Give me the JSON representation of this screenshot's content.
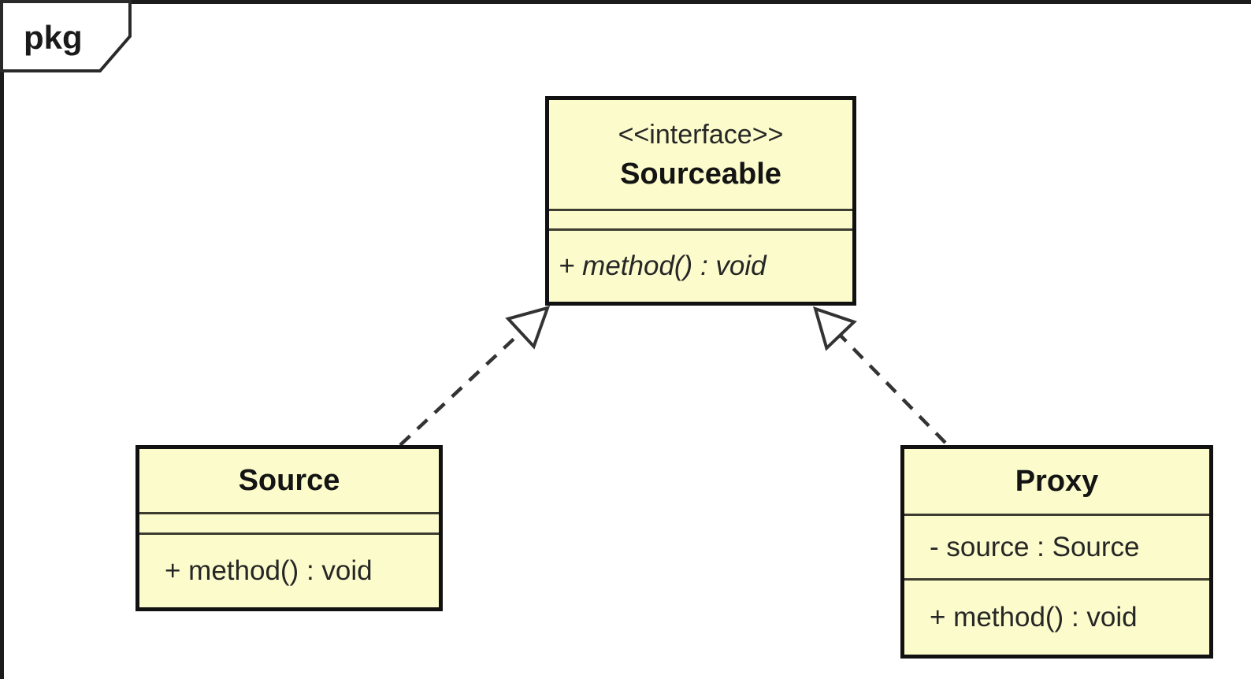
{
  "diagram": {
    "kind": "uml-class-diagram",
    "frame_label": "pkg",
    "colors": {
      "class_fill": "#fbfbcb",
      "class_border": "#111111",
      "separator": "#3c3c30",
      "connector": "#333333",
      "background": "#ffffff"
    },
    "classes": [
      {
        "id": "sourceable",
        "stereotype": "<<interface>>",
        "name": "Sourceable",
        "attributes": [],
        "operations": [
          "+ method() : void"
        ],
        "operations_italic": true
      },
      {
        "id": "source",
        "stereotype": "",
        "name": "Source",
        "attributes": [],
        "operations": [
          "+ method() : void"
        ],
        "operations_italic": false
      },
      {
        "id": "proxy",
        "stereotype": "",
        "name": "Proxy",
        "attributes": [
          "- source : Source"
        ],
        "operations": [
          "+ method() : void"
        ],
        "operations_italic": false
      }
    ],
    "relationships": [
      {
        "type": "realization",
        "from": "Source",
        "to": "Sourceable",
        "line_style": "dashed",
        "arrowhead": "hollow-triangle"
      },
      {
        "type": "realization",
        "from": "Proxy",
        "to": "Sourceable",
        "line_style": "dashed",
        "arrowhead": "hollow-triangle"
      }
    ]
  }
}
